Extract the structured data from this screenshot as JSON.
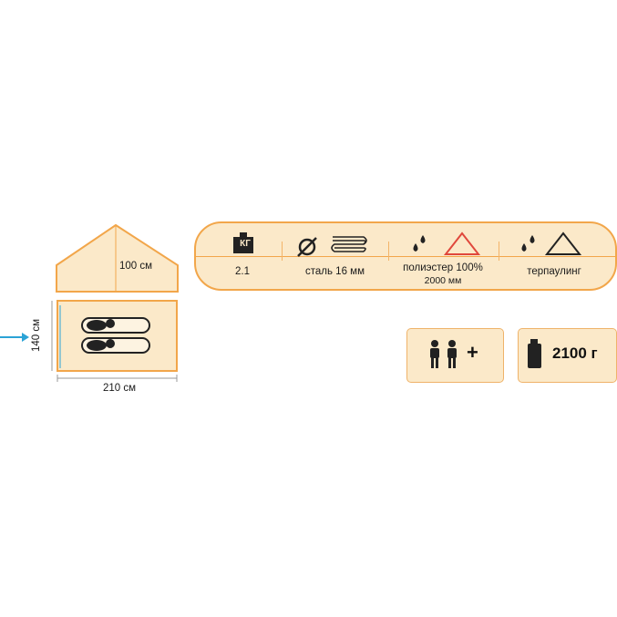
{
  "tent": {
    "height_label": "100 см",
    "width_label": "140 см",
    "length_label": "210 см"
  },
  "specs": {
    "weight": {
      "icon": "kg-weight-icon",
      "icon_text": "КГ",
      "value": "2.1"
    },
    "frame": {
      "icons": [
        "diameter-icon",
        "pole-sections-icon"
      ],
      "value": "сталь 16 мм"
    },
    "floor": {
      "icons": [
        "water-drops-icon",
        "floor-triangle-icon"
      ],
      "value": "полиэстер 100%",
      "sub_value": "2000 мм"
    },
    "awning": {
      "icons": [
        "water-drops-icon",
        "fabric-triangle-icon"
      ],
      "value": "терпаулинг"
    }
  },
  "capacity": {
    "icon": "two-persons-icon",
    "symbol": "+"
  },
  "weight_box": {
    "icon": "weight-icon",
    "value": "2100 г"
  },
  "colors": {
    "panel_fill": "#fbe9c9",
    "panel_border": "#f2a64a",
    "accent_red": "#e0483c",
    "arrow": "#2ba3d6"
  }
}
